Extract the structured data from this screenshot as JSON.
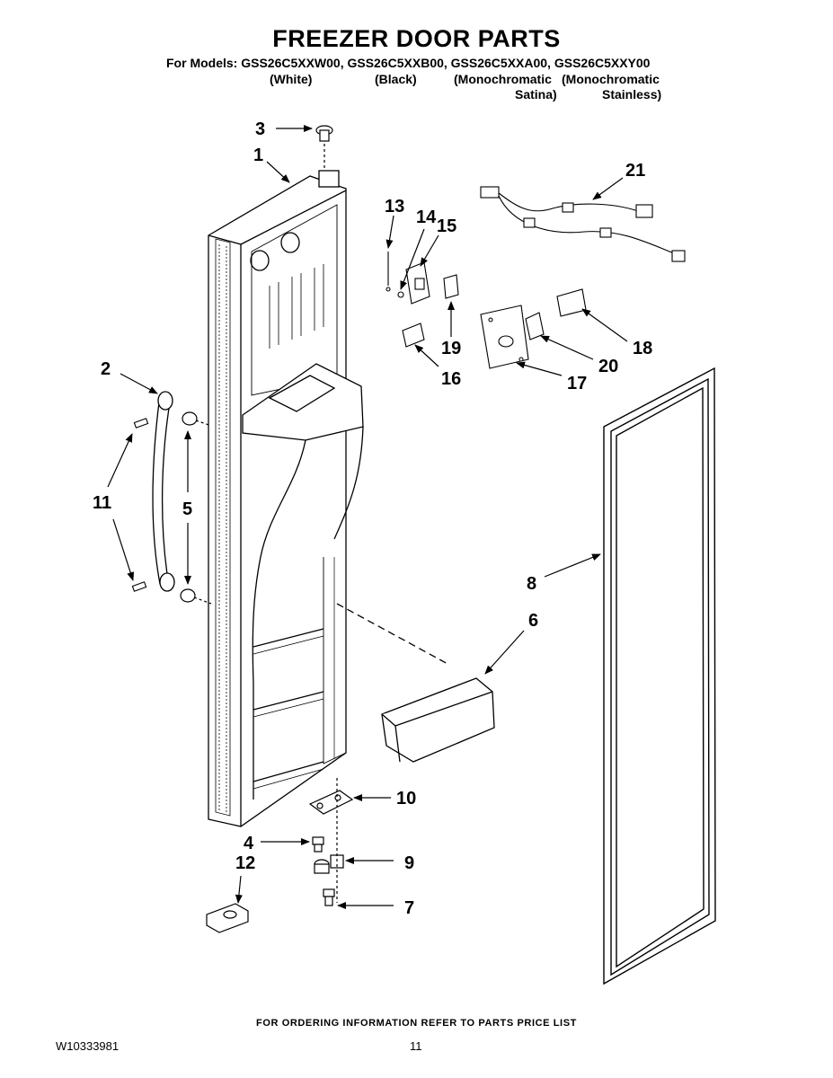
{
  "header": {
    "title": "FREEZER DOOR PARTS",
    "models_line": "For Models: GSS26C5XXW00, GSS26C5XXB00, GSS26C5XXA00, GSS26C5XXY00",
    "variants": [
      "(White)",
      "(Black)",
      "(Monochromatic",
      "(Monochromatic"
    ],
    "variants_line2": [
      "Satina)",
      "Stainless)"
    ]
  },
  "callouts": [
    "1",
    "2",
    "3",
    "4",
    "5",
    "6",
    "7",
    "8",
    "9",
    "10",
    "11",
    "12",
    "13",
    "14",
    "15",
    "16",
    "17",
    "18",
    "19",
    "20",
    "21"
  ],
  "footer": {
    "note": "FOR ORDERING INFORMATION REFER TO PARTS PRICE LIST",
    "doc_number": "W10333981",
    "page": "11"
  }
}
